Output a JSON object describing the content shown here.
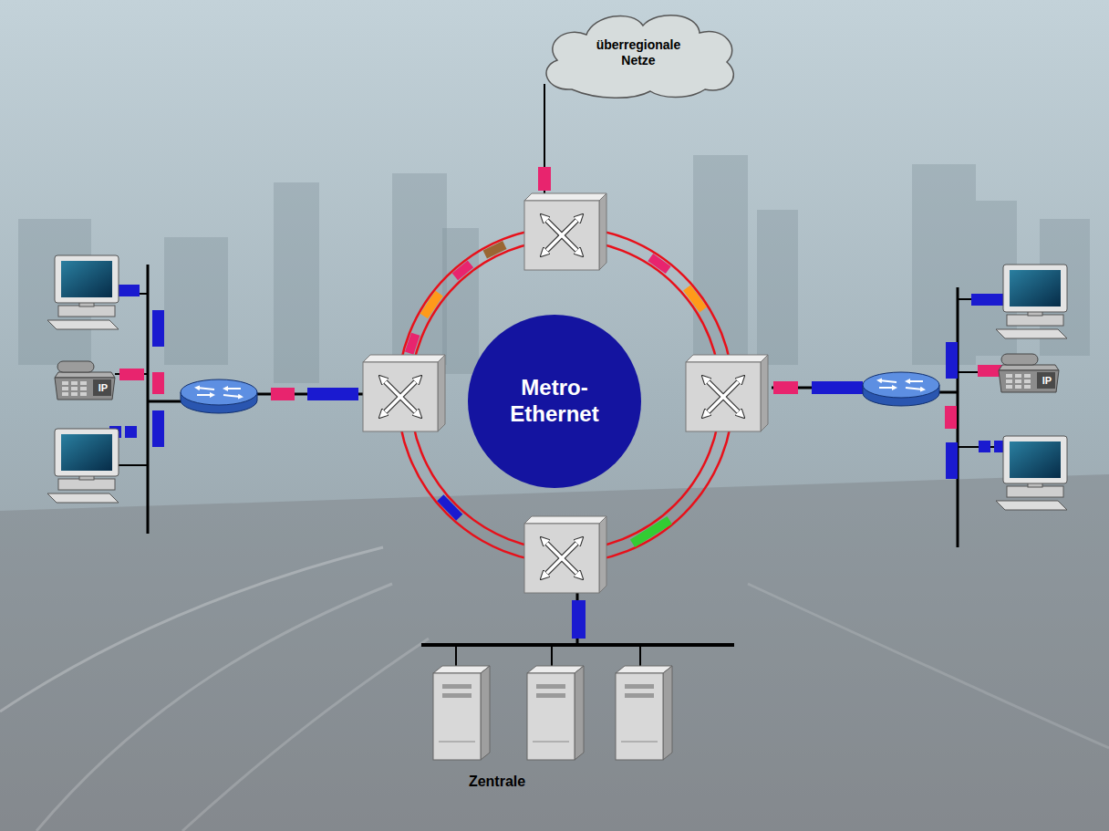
{
  "diagram": {
    "nodes": [
      {
        "text": [
          "überregionale Netze"
        ]
      },
      {
        "text": [
          "Metro- Ethernet"
        ]
      }
    ],
    "labels": [
      "IP",
      "IP",
      "Zentrale"
    ]
  }
}
